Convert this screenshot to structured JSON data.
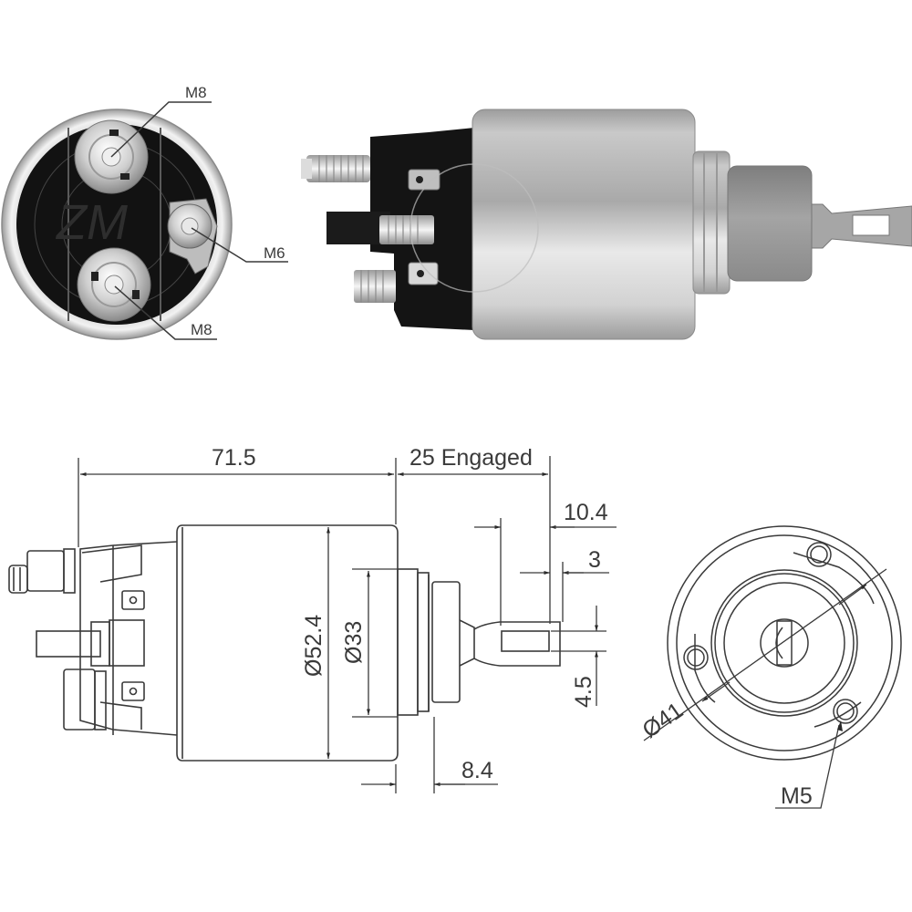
{
  "diagram": {
    "subject": "starter solenoid",
    "colors": {
      "background": "#ffffff",
      "line": "#3a3a3a",
      "metal_light": "#e4e4e4",
      "metal_mid": "#b5b5b5",
      "metal_dark": "#8c8c8c",
      "bakelite": "#141414",
      "text": "#3a3a3a"
    },
    "photo_end_view": {
      "callouts": [
        {
          "id": "top-terminal",
          "label": "M8"
        },
        {
          "id": "side-terminal",
          "label": "M6"
        },
        {
          "id": "bottom-terminal",
          "label": "M8"
        }
      ]
    },
    "photo_side_view": {
      "watermark": "ZM"
    },
    "side_drawing": {
      "dimensions": {
        "overall_length": "71.5",
        "stroke": "25 Engaged",
        "eye_offset": "10.4",
        "eye_thickness": "3",
        "eye_slot": "4.5",
        "body_diameter": "Ø52.4",
        "nose_diameter": "Ø33",
        "nose_length": "8.4"
      }
    },
    "end_drawing": {
      "dimensions": {
        "bolt_circle": "Ø41",
        "mount_thread": "M5"
      }
    }
  }
}
